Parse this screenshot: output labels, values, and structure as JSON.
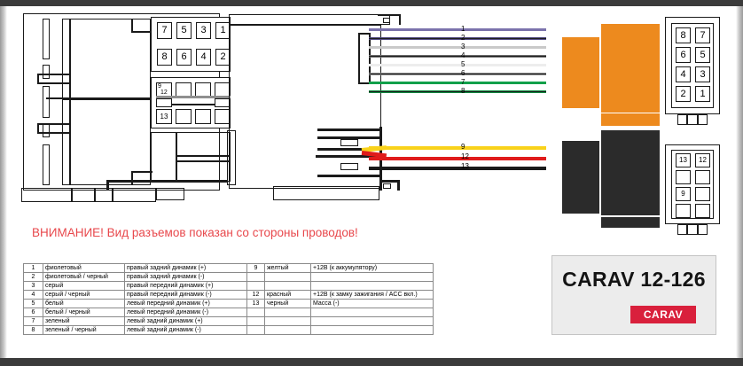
{
  "warning": {
    "text": "ВНИМАНИЕ! Вид разъемов показан со стороны проводов!"
  },
  "logo": {
    "model": "CARAV 12-126",
    "brand": "CARAV"
  },
  "connector_left": {
    "pins_top": [
      "7",
      "5",
      "3",
      "1",
      "8",
      "6",
      "4",
      "2"
    ],
    "pins_mid": [
      "9",
      "12",
      "13"
    ]
  },
  "connector_right_top": {
    "pins": [
      "8",
      "7",
      "6",
      "5",
      "4",
      "3",
      "2",
      "1"
    ]
  },
  "connector_right_bottom": {
    "pins": [
      "13",
      "12",
      "9"
    ]
  },
  "wires_top": [
    {
      "num": "1",
      "color": "#7b72ac",
      "stripe": false
    },
    {
      "num": "2",
      "color": "#4f4880",
      "stripe": true
    },
    {
      "num": "3",
      "color": "#c9c9c9",
      "stripe": false
    },
    {
      "num": "4",
      "color": "#6e6e6e",
      "stripe": true
    },
    {
      "num": "5",
      "color": "#ededed",
      "stripe": false
    },
    {
      "num": "6",
      "color": "#8d8d8d",
      "stripe": true
    },
    {
      "num": "7",
      "color": "#12a04a",
      "stripe": false
    },
    {
      "num": "8",
      "color": "#0f8a40",
      "stripe": true
    }
  ],
  "wires_bottom": [
    {
      "num": "9",
      "color": "#f9d21a"
    },
    {
      "num": "12",
      "color": "#e01b1b"
    },
    {
      "num": "13",
      "color": "#1a1a1a"
    }
  ],
  "blocks": {
    "orange": "#ed8a1e",
    "dark": "#2b2b2b"
  },
  "table_left": {
    "rows": [
      {
        "num": "1",
        "color": "фиолетовый",
        "desc": "правый задний динамик (+)"
      },
      {
        "num": "2",
        "color": "фиолетовый / черный",
        "desc": "правый задний динамик (-)"
      },
      {
        "num": "3",
        "color": "серый",
        "desc": "правый передний динамик (+)"
      },
      {
        "num": "4",
        "color": "серый / черный",
        "desc": "правый передний динамик (-)"
      },
      {
        "num": "5",
        "color": "белый",
        "desc": "левый передний динамик (+)"
      },
      {
        "num": "6",
        "color": "белый / черный",
        "desc": "левый передний динамик (-)"
      },
      {
        "num": "7",
        "color": "зеленый",
        "desc": "левый задний динамик (+)"
      },
      {
        "num": "8",
        "color": "зеленый / черный",
        "desc": "левый задний динамик (-)"
      }
    ]
  },
  "table_right": {
    "rows": [
      {
        "num": "9",
        "color": "желтый",
        "desc": "+12В (к аккумулятору)"
      },
      {
        "num": "",
        "color": "",
        "desc": ""
      },
      {
        "num": "",
        "color": "",
        "desc": ""
      },
      {
        "num": "12",
        "color": "красный",
        "desc": "+12В (к замку зажигания / ACC вкл.)"
      },
      {
        "num": "13",
        "color": "черный",
        "desc": "Масса (-)"
      },
      {
        "num": "",
        "color": "",
        "desc": ""
      },
      {
        "num": "",
        "color": "",
        "desc": ""
      },
      {
        "num": "",
        "color": "",
        "desc": ""
      }
    ]
  }
}
